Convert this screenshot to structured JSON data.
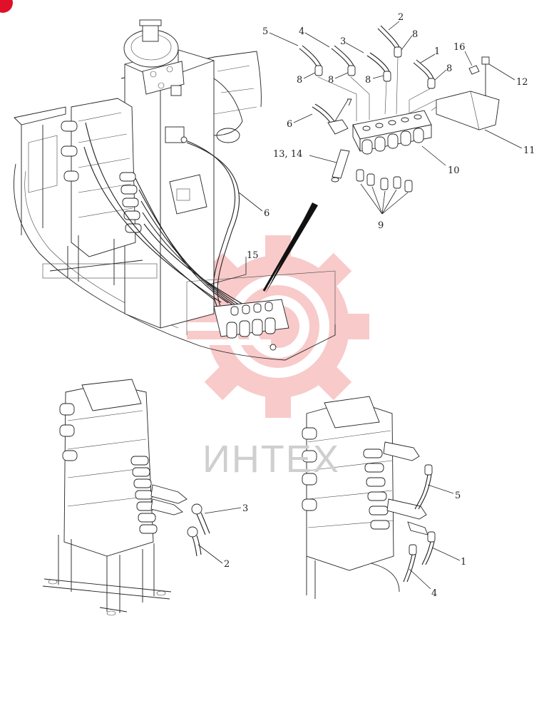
{
  "diagram": {
    "callouts": {
      "c1": "1",
      "c2": "2",
      "c3": "3",
      "c4": "4",
      "c5": "5",
      "c6": "6",
      "c7": "7",
      "c8": "8",
      "c9": "9",
      "c10": "10",
      "c11": "11",
      "c12": "12",
      "c13_14": "13, 14",
      "c15": "15",
      "c16": "16"
    },
    "watermark": {
      "text": "ИНТЕХ",
      "color": "#f08a8a"
    }
  },
  "colors": {
    "line": "#222222",
    "background": "#ffffff",
    "corner_badge": "#e0102a"
  }
}
